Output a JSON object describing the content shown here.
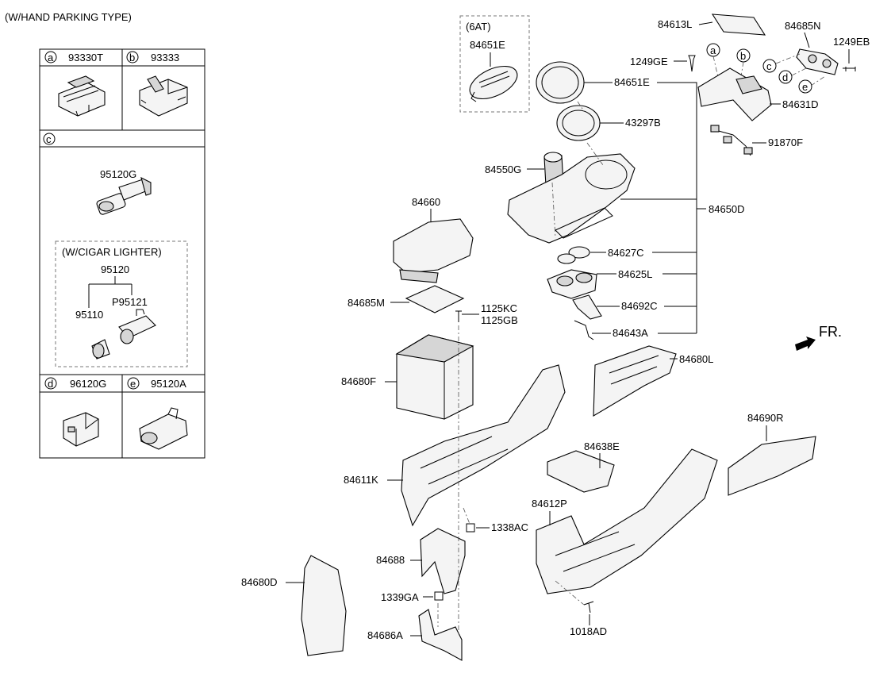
{
  "header": {
    "title": "(W/HAND PARKING TYPE)"
  },
  "legend": {
    "cells": [
      {
        "letter": "a",
        "part": "93330T"
      },
      {
        "letter": "b",
        "part": "93333"
      },
      {
        "letter": "c",
        "part": ""
      },
      {
        "letter": "d",
        "part": "96120G"
      },
      {
        "letter": "e",
        "part": "95120A"
      }
    ],
    "c_part": "95120G",
    "cigar": {
      "title": "(W/CIGAR LIGHTER)",
      "assembly": "95120",
      "left": "95110",
      "right": "P95121"
    }
  },
  "option_box": {
    "title": "(6AT)",
    "part": "84651E"
  },
  "parts": {
    "p84613L": "84613L",
    "p84685N": "84685N",
    "p1249EB": "1249EB",
    "p1249GE": "1249GE",
    "p84651E": "84651E",
    "p84631D": "84631D",
    "p43297B": "43297B",
    "p91870F": "91870F",
    "p84550G": "84550G",
    "p84660": "84660",
    "p84650D": "84650D",
    "p84627C": "84627C",
    "p84625L": "84625L",
    "p84685M": "84685M",
    "p1125KC": "1125KC",
    "p1125GB": "1125GB",
    "p84692C": "84692C",
    "p84643A": "84643A",
    "p84680L": "84680L",
    "p84680F": "84680F",
    "p84690R": "84690R",
    "p84638E": "84638E",
    "p84611K": "84611K",
    "p84612P": "84612P",
    "p1338AC": "1338AC",
    "p84688": "84688",
    "p84680D": "84680D",
    "p1339GA": "1339GA",
    "p84686A": "84686A",
    "p1018AD": "1018AD"
  },
  "callouts": [
    "a",
    "b",
    "c",
    "d",
    "e"
  ],
  "direction": {
    "label": "FR."
  },
  "icons": [
    "front-direction-arrow-icon"
  ]
}
